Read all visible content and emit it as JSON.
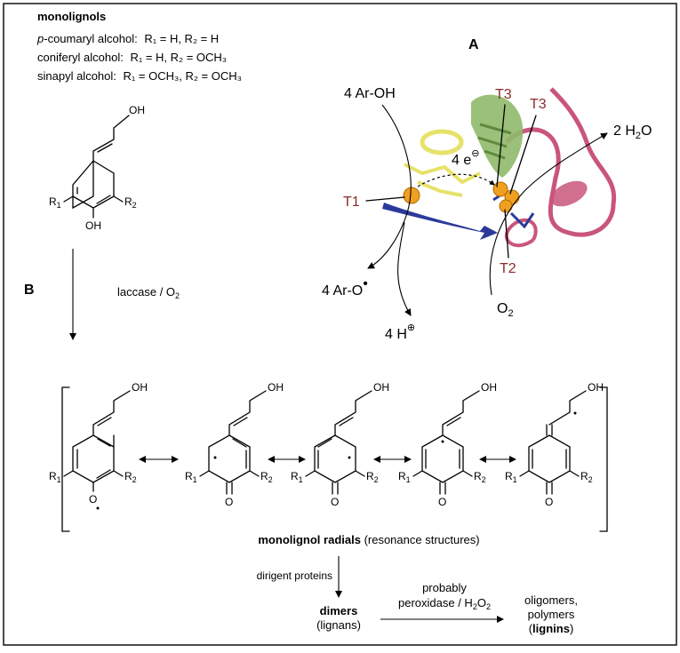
{
  "monolignols": {
    "title": "monolignols",
    "coumaryl_prefix": "p",
    "coumaryl_name": "-coumaryl alcohol:",
    "coumaryl_sub": "R₁ = H, R₂ = H",
    "coniferyl_name": "coniferyl alcohol:",
    "coniferyl_sub": "R₁ = H, R₂ = OCH₃",
    "sinapyl_name": "sinapyl alcohol:",
    "sinapyl_sub": "R₁ = OCH₃, R₂ = OCH₃"
  },
  "atoms": {
    "oh": "OH",
    "o": "O",
    "r": "R",
    "sub1": "1",
    "sub2": "2"
  },
  "panel_a": {
    "label": "A",
    "substrate": "4 Ar-OH",
    "product_radical": "4 Ar-O",
    "protons": "4 H",
    "oxygen": "O",
    "oxygen_sub": "2",
    "water": "2 H",
    "water_sub": "2",
    "water_o": "O",
    "electrons": "4 e",
    "t1": "T1",
    "t2": "T2",
    "t3a": "T3",
    "t3b": "T3"
  },
  "panel_b": {
    "label": "B",
    "reagent": "laccase / O",
    "reagent_sub": "2",
    "radicals_bold": "monolignol radials",
    "radicals_rest": " (resonance structures)",
    "dirigent": "dirigent proteins",
    "dimers": "dimers",
    "lignans": "(lignans)",
    "probably": "probably",
    "peroxidase": "peroxidase / H",
    "peroxidase_sub": "2",
    "peroxidase_o": "O",
    "peroxidase_sub2": "2",
    "oligomers": "oligomers,",
    "polymers": "polymers",
    "lignins": "lignins"
  },
  "colors": {
    "label_red": "#8b2a2a",
    "helix_yellow": "#e6e26a",
    "helix_green": "#8fb96a",
    "helix_pink": "#c9567a",
    "strand_blue": "#2b3a9a",
    "copper_orange": "#f0a020"
  }
}
